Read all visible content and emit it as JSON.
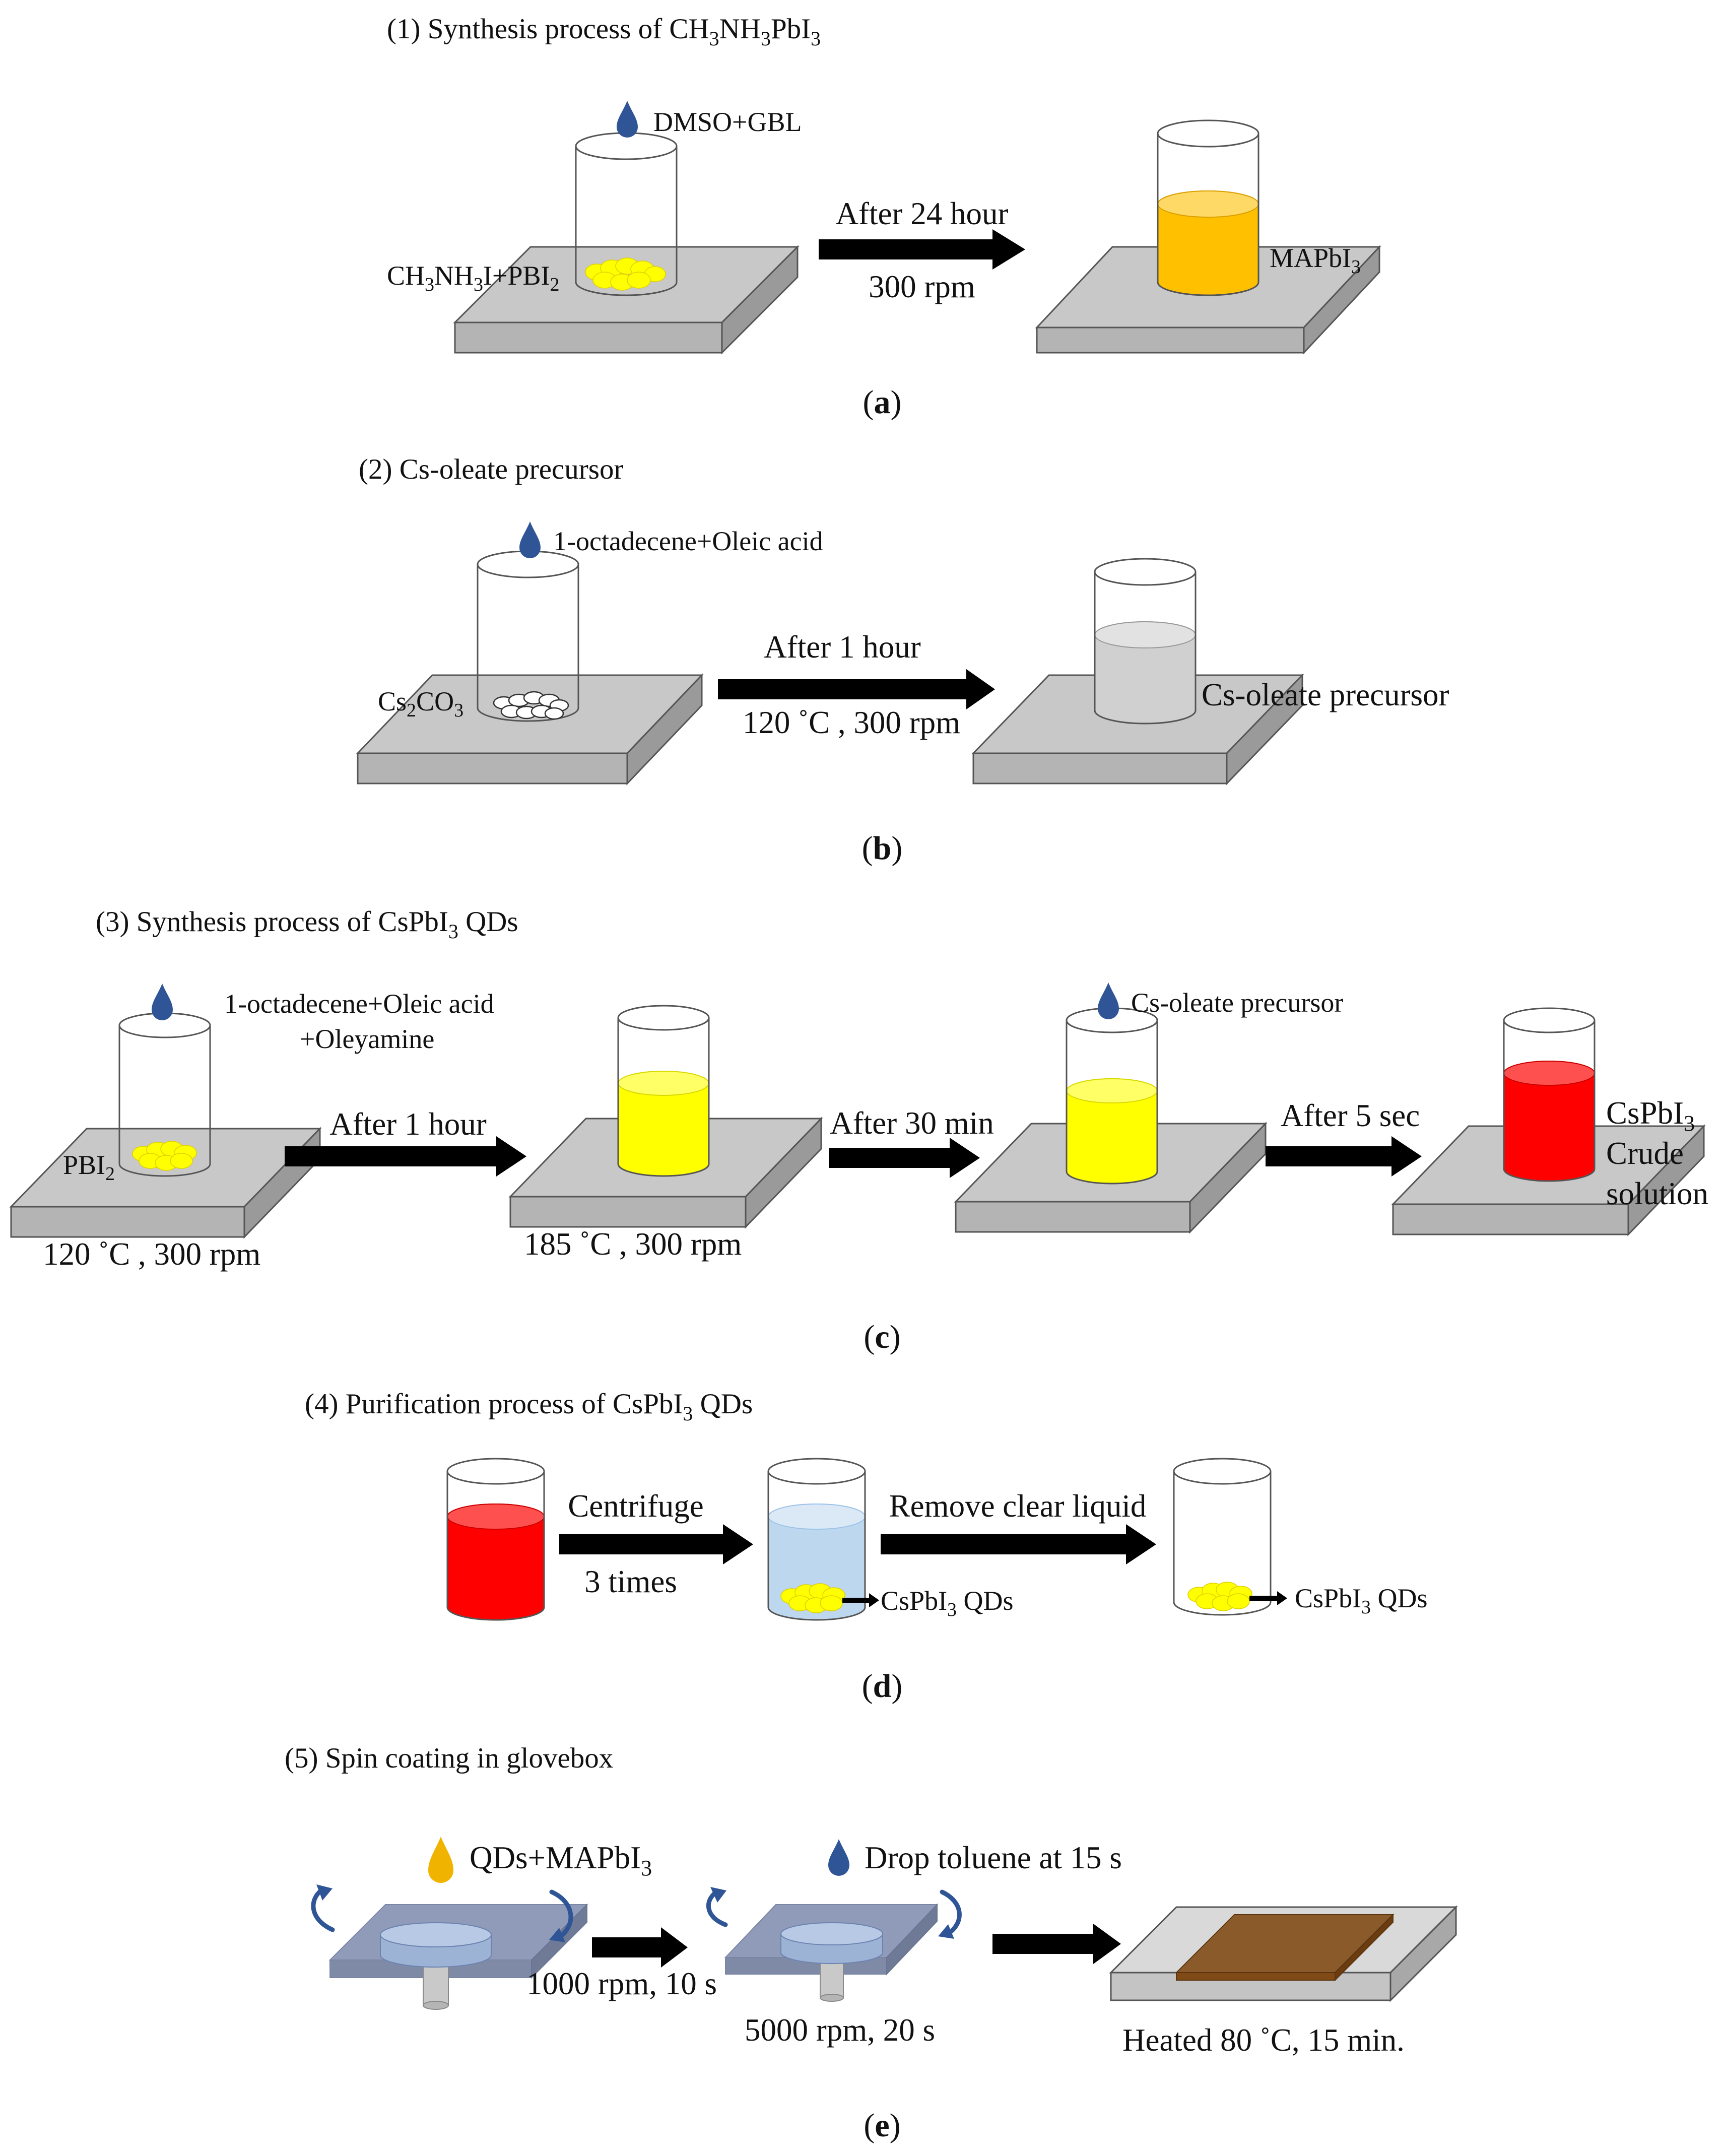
{
  "colors": {
    "plate_top": "#c8c8c8",
    "plate_side": "#9a9a9a",
    "plate_front": "#b4b4b4",
    "outline": "#555555",
    "arrow": "#000000",
    "yellow": "#ffff00",
    "orange": "#ffc000",
    "red": "#ff0000",
    "gray_liquid": "#d0d0d0",
    "light_blue": "#bdd7ee",
    "drop_blue": "#2f5597",
    "drop_orange": "#f0b400",
    "spin_blue": "#2f5597",
    "film": "#7f4a15"
  },
  "panel_a": {
    "title": {
      "pre": "(1) Synthesis process of CH",
      "s1": "3",
      "mid": "NH",
      "s2": "3",
      "post": "PbI",
      "s3": "3"
    },
    "solvent": "DMSO+GBL",
    "reagent": {
      "pre": "CH",
      "s1": "3",
      "mid": "NH",
      "s2": "3",
      "post": "I+PBI",
      "s3": "2"
    },
    "arrow_top": "After 24 hour",
    "arrow_bottom": "300 rpm",
    "product": {
      "pre": "MAPbI",
      "s1": "3"
    },
    "label": {
      "open": "(",
      "letter": "a",
      "close": ")"
    }
  },
  "panel_b": {
    "title": "(2) Cs-oleate precursor",
    "solvent": "1-octadecene+Oleic acid",
    "reagent": {
      "pre": "Cs",
      "s1": "2",
      "post": "CO",
      "s2": "3"
    },
    "arrow_top": "After 1 hour",
    "arrow_bottom": "120 ˚C , 300 rpm",
    "product": "Cs-oleate precursor",
    "label": {
      "open": "(",
      "letter": "b",
      "close": ")"
    }
  },
  "panel_c": {
    "title": {
      "pre": "(3) Synthesis process of CsPbI",
      "s1": "3",
      "post": " QDs"
    },
    "solvent_line1": "1-octadecene+Oleic acid",
    "solvent_line2": "+Oleyamine",
    "reagent": {
      "pre": "PBI",
      "s1": "2"
    },
    "cond1": "120 ˚C , 300 rpm",
    "arrow1": "After 1 hour",
    "cond2": "185 ˚C , 300 rpm",
    "arrow2": "After 30 min",
    "added": "Cs-oleate precursor",
    "arrow3": "After 5 sec",
    "product_line1": {
      "pre": "CsPbI",
      "s1": "3"
    },
    "product_line2": "Crude",
    "product_line3": "solution",
    "label": {
      "open": "(",
      "letter": "c",
      "close": ")"
    }
  },
  "panel_d": {
    "title": {
      "pre": "(4) Purification process of CsPbI",
      "s1": "3",
      "post": " QDs"
    },
    "arrow1_top": "Centrifuge",
    "arrow1_bottom": "3 times",
    "qd1": {
      "pre": "CsPbI",
      "s1": "3",
      "post": " QDs"
    },
    "arrow2_top": "Remove clear liquid",
    "qd2": {
      "pre": "CsPbI",
      "s1": "3",
      "post": " QDs"
    },
    "label": {
      "open": "(",
      "letter": "d",
      "close": ")"
    }
  },
  "panel_e": {
    "title": "(5) Spin coating in glovebox",
    "drop1": {
      "pre": "QDs+MAPbI",
      "s1": "3"
    },
    "drop2": "Drop toluene at 15 s",
    "step1": "1000 rpm, 10 s",
    "step2": "5000 rpm, 20 s",
    "step3": "Heated  80 ˚C, 15 min.",
    "label": {
      "open": "(",
      "letter": "e",
      "close": ")"
    }
  }
}
